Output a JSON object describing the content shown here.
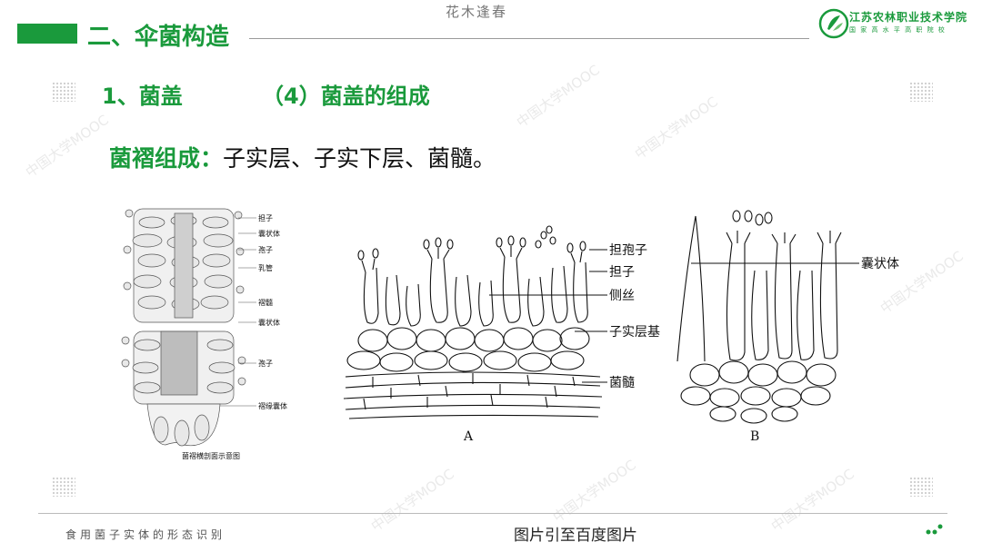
{
  "header": {
    "section_title": "二、伞菌构造",
    "caption": "花木逢春",
    "logo_name": "江苏农林职业技术学院",
    "logo_sub": "国 家 高 水 平 高 职 院 校"
  },
  "subheading": {
    "part1": "1、菌盖",
    "part2": "（4）菌盖的组成"
  },
  "body": {
    "label": "菌褶组成：",
    "text": "子实层、子实下层、菌髓。"
  },
  "figure_left": {
    "labels": [
      "担子",
      "囊状体",
      "孢子",
      "乳管",
      "褶髓",
      "囊状体",
      "孢子",
      "褶缘囊体"
    ],
    "caption": "菌褶横剖面示意图"
  },
  "figure_mid": {
    "labels": [
      "担孢子",
      "担子",
      "侧丝",
      "子实层基",
      "菌髓"
    ],
    "caption": "A"
  },
  "figure_right": {
    "labels": [
      "囊状体"
    ],
    "caption": "B"
  },
  "footer": {
    "left": "食用菌子实体的形态识别",
    "center": "图片引至百度图片"
  },
  "watermark": "中国大学MOOC",
  "colors": {
    "accent": "#1a9a3c"
  }
}
